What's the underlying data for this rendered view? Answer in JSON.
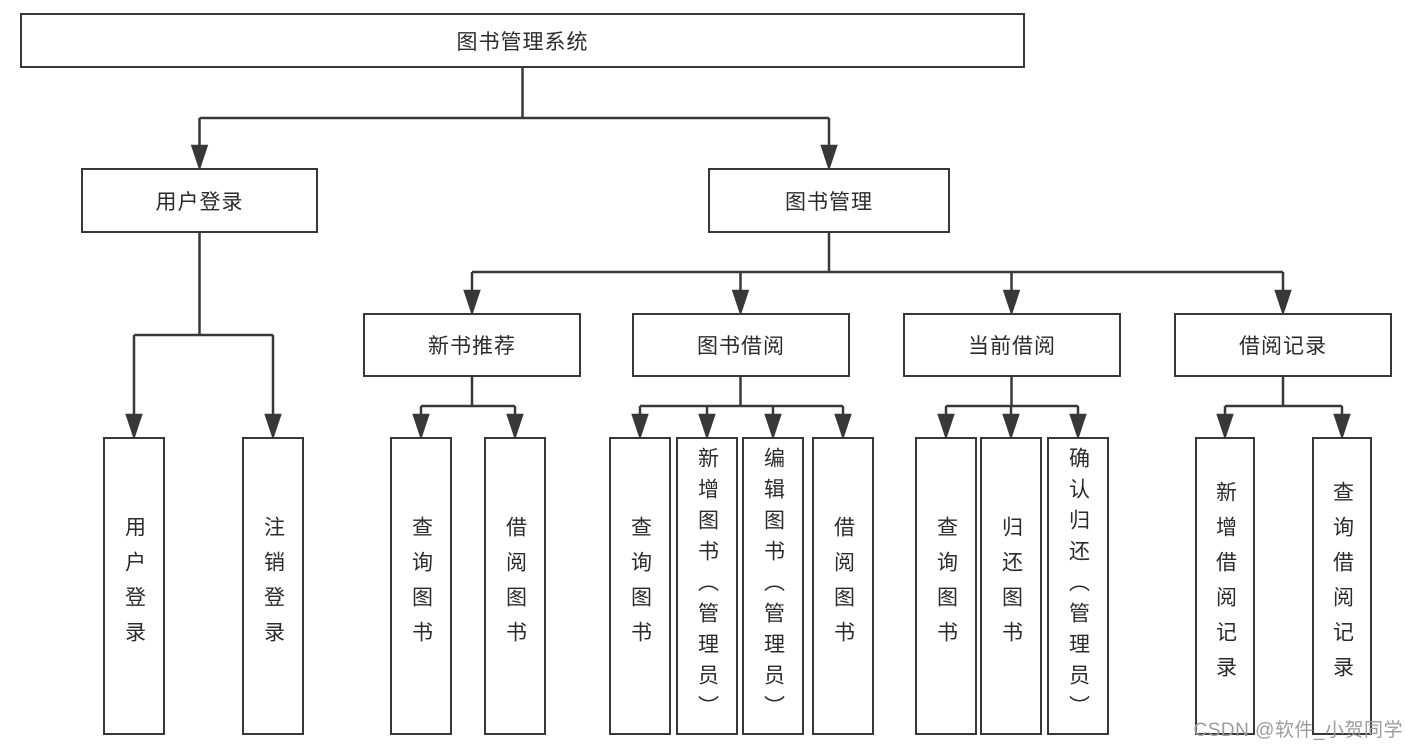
{
  "diagram": {
    "type": "tree",
    "root": {
      "label": "图书管理系统"
    },
    "level2": [
      {
        "label": "用户登录",
        "parent": "图书管理系统"
      },
      {
        "label": "图书管理",
        "parent": "图书管理系统"
      }
    ],
    "level3": [
      {
        "label": "新书推荐",
        "parent": "图书管理"
      },
      {
        "label": "图书借阅",
        "parent": "图书管理"
      },
      {
        "label": "当前借阅",
        "parent": "图书管理"
      },
      {
        "label": "借阅记录",
        "parent": "图书管理"
      }
    ],
    "leaves": [
      {
        "label": "用户登录",
        "parent": "用户登录"
      },
      {
        "label": "注销登录",
        "parent": "用户登录"
      },
      {
        "label": "查询图书",
        "parent": "新书推荐"
      },
      {
        "label": "借阅图书",
        "parent": "新书推荐"
      },
      {
        "label": "查询图书",
        "parent": "图书借阅"
      },
      {
        "label": "新增图书（管理员）",
        "parent": "图书借阅"
      },
      {
        "label": "编辑图书（管理员）",
        "parent": "图书借阅"
      },
      {
        "label": "借阅图书",
        "parent": "图书借阅"
      },
      {
        "label": "查询图书",
        "parent": "当前借阅"
      },
      {
        "label": "归还图书",
        "parent": "当前借阅"
      },
      {
        "label": "确认归还（管理员）",
        "parent": "当前借阅"
      },
      {
        "label": "新增借阅记录",
        "parent": "借阅记录"
      },
      {
        "label": "查询借阅记录",
        "parent": "借阅记录"
      }
    ],
    "colors": {
      "line": "#383838",
      "box_border": "#383838",
      "box_fill": "#ffffff",
      "text": "#2b2b2b",
      "background": "#ffffff",
      "watermark": "#9c9c9c"
    }
  },
  "watermark": {
    "text": "CSDN @软件_小贺同学"
  }
}
